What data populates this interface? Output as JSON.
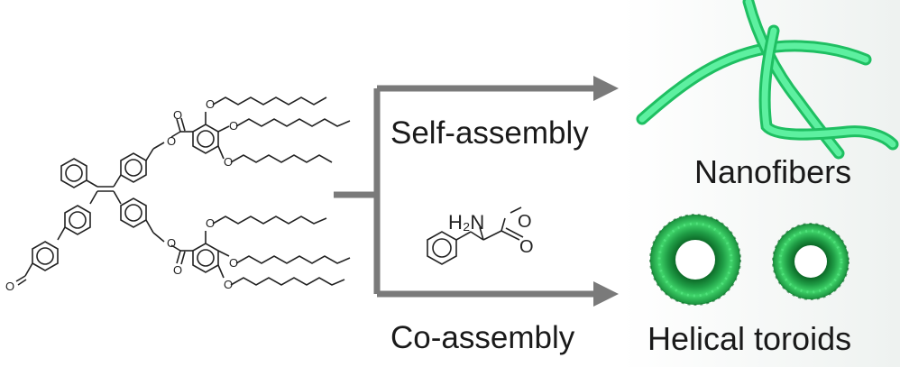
{
  "labels": {
    "self_assembly": "Self-assembly",
    "co_assembly": "Co-assembly",
    "nanofibers": "Nanofibers",
    "helical_toroids": "Helical toroids"
  },
  "atoms": {
    "oxygen": "O",
    "amine": "H₂N",
    "methyl_terminus": "O"
  },
  "colors": {
    "arrow": "#7a7a7a",
    "fiber": "#3fe38a",
    "toroid": "#2fc95a",
    "bond": "#222222",
    "background_right": "#eef2f0"
  }
}
